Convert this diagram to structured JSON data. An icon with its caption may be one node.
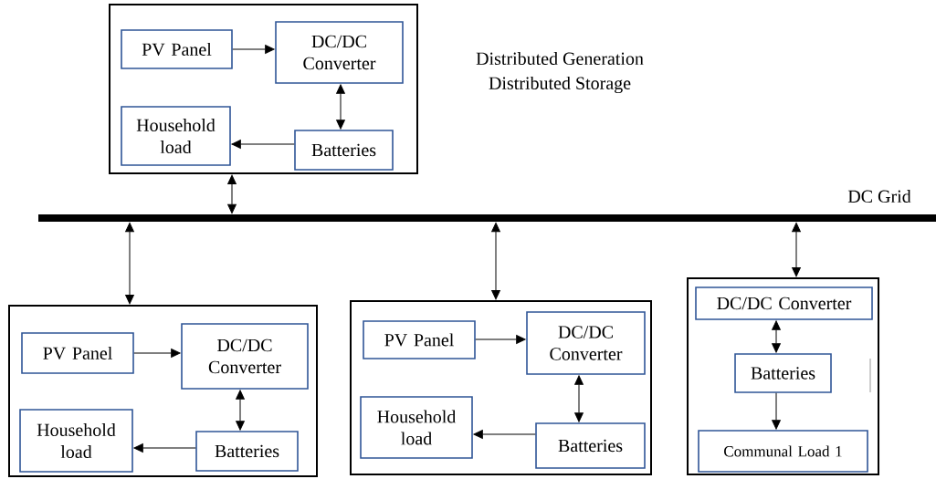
{
  "diagram": {
    "nodes": [
      {
        "text": [],
        "shape": "box"
      },
      {
        "text": [
          "PV Panel"
        ],
        "in": 0
      },
      {
        "text": [
          "DC/DC Converter"
        ],
        "in": 0
      },
      {
        "text": [
          "Household load"
        ],
        "in": 0
      },
      {
        "text": [
          "Batteries"
        ],
        "in": 0
      },
      {
        "text": [],
        "shape": "box"
      },
      {
        "text": [
          "PV Panel"
        ],
        "in": 5
      },
      {
        "text": [
          "DC/DC Converter"
        ],
        "in": 5
      },
      {
        "text": [
          "Household load"
        ],
        "in": 5
      },
      {
        "text": [
          "Batteries"
        ],
        "in": 5
      },
      {
        "text": [],
        "shape": "box"
      },
      {
        "text": [
          "PV Panel"
        ],
        "in": 10
      },
      {
        "text": [
          "DC/DC Converter"
        ],
        "in": 10
      },
      {
        "text": [
          "Household load"
        ],
        "in": 10
      },
      {
        "text": [
          "Batteries"
        ],
        "in": 10
      },
      {
        "text": [],
        "shape": "box"
      },
      {
        "text": [
          "DC/DC Converter"
        ],
        "in": 15
      },
      {
        "text": [
          "Batteries"
        ],
        "in": 15
      },
      {
        "text": [
          "Communal Load 1"
        ],
        "in": 15
      },
      {
        "text": [],
        "shape": "bar",
        "beside": [
          "DC Grid"
        ]
      }
    ],
    "edges": [
      {
        "from": 1,
        "to": 2,
        "arrow": "to"
      },
      {
        "from": 2,
        "to": 4,
        "arrow": "both"
      },
      {
        "from": 4,
        "to": 3,
        "arrow": "to"
      },
      {
        "from": 0,
        "to": 19,
        "arrow": "both"
      },
      {
        "from": 6,
        "to": 7,
        "arrow": "to"
      },
      {
        "from": 7,
        "to": 9,
        "arrow": "both"
      },
      {
        "from": 9,
        "to": 8,
        "arrow": "to"
      },
      {
        "from": 19,
        "to": 5,
        "arrow": "both"
      },
      {
        "from": 11,
        "to": 12,
        "arrow": "to"
      },
      {
        "from": 12,
        "to": 14,
        "arrow": "both"
      },
      {
        "from": 14,
        "to": 13,
        "arrow": "to"
      },
      {
        "from": 19,
        "to": 10,
        "arrow": "both"
      },
      {
        "from": 16,
        "to": 17,
        "arrow": "both"
      },
      {
        "from": 17,
        "to": 18,
        "arrow": "to"
      },
      {
        "from": 19,
        "to": 15,
        "arrow": "both"
      }
    ],
    "labels": [
      "Distributed Generation",
      "Distributed Storage"
    ]
  }
}
